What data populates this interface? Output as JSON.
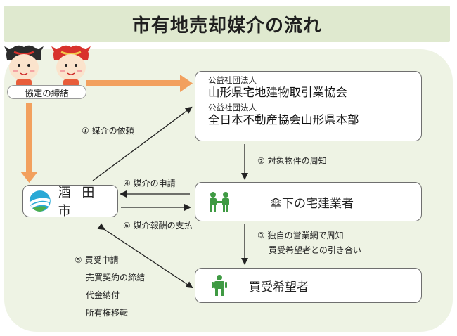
{
  "title": "市有地売却媒介の流れ",
  "associations": {
    "type1": "公益社団法人",
    "name1": "山形県宅地建物取引業協会",
    "type2": "公益社団法人",
    "name2": "全日本不動産協会山形県本部"
  },
  "city": {
    "label": "酒 田 市",
    "logo_icon": "sakata-city-logo-icon"
  },
  "agents": {
    "label": "傘下の宅建業者",
    "icon": "two-persons-icon"
  },
  "buyer": {
    "label": "買受希望者",
    "icon": "person-icon"
  },
  "agreement_label": "協定の締結",
  "mascots_icon": "shishi-mascot-icon",
  "steps": {
    "s1": "① 媒介の依頼",
    "s2": "② 対象物件の周知",
    "s3_line1": "③ 独自の営業網で周知",
    "s3_line2": "買受希望者との引き合い",
    "s4": "④ 媒介の申請",
    "s5": "⑤ 買受申請",
    "s5_items": [
      "売買契約の締結",
      "代金納付",
      "所有権移転"
    ],
    "s6": "⑥ 媒介報酬の支払"
  },
  "colors": {
    "title_bg": "#dfe9cf",
    "panel_bg": "#eef3e4",
    "orange_arrow": "#f2a05e",
    "icon_green": "#3f9a43"
  }
}
